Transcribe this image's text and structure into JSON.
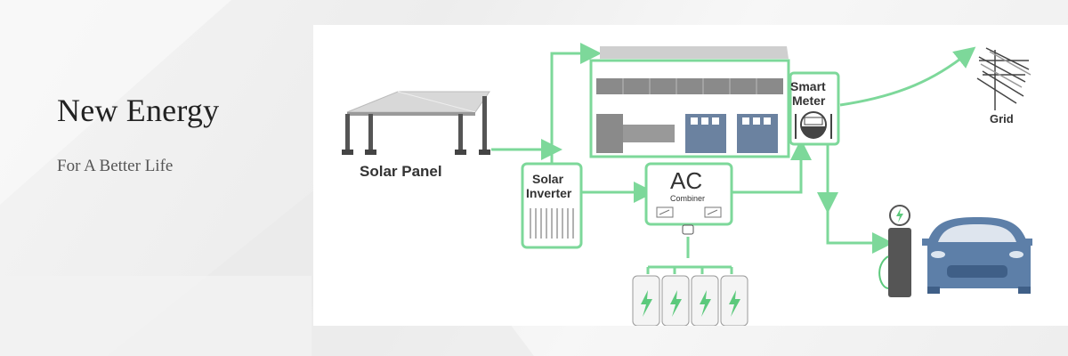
{
  "hero": {
    "title": "New Energy",
    "subtitle": "For A Better Life"
  },
  "diagram": {
    "solar_panel_label": "Solar Panel",
    "solar_inverter_label_line1": "Solar",
    "solar_inverter_label_line2": "Inverter",
    "ac_combiner_label": "AC",
    "ac_combiner_sublabel": "Combiner",
    "smart_meter_label_line1": "Smart",
    "smart_meter_label_line2": "Meter",
    "grid_label": "Grid",
    "colors": {
      "flow_line": "#7dd89a",
      "battery_bolt": "#5cc97c",
      "ev_car": "#5d7fa8",
      "building_panels": "#8a8a8a",
      "building_doors": "#6b82a0"
    }
  }
}
